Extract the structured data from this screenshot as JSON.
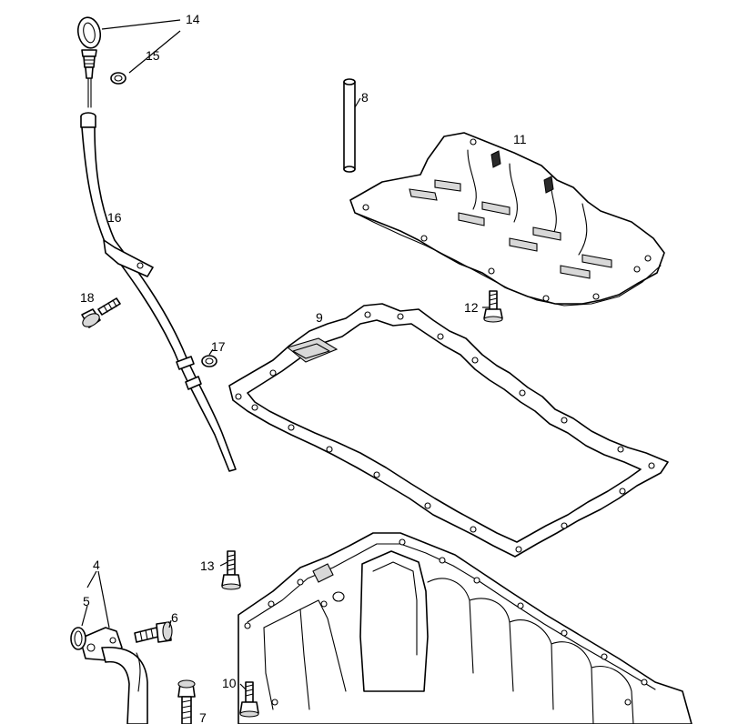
{
  "callouts": {
    "c14": "14",
    "c15": "15",
    "c8": "8",
    "c11": "11",
    "c16": "16",
    "c18": "18",
    "c12": "12",
    "c9": "9",
    "c17": "17",
    "c4": "4",
    "c13": "13",
    "c5": "5",
    "c6": "6",
    "c10": "10",
    "c7": "7"
  }
}
